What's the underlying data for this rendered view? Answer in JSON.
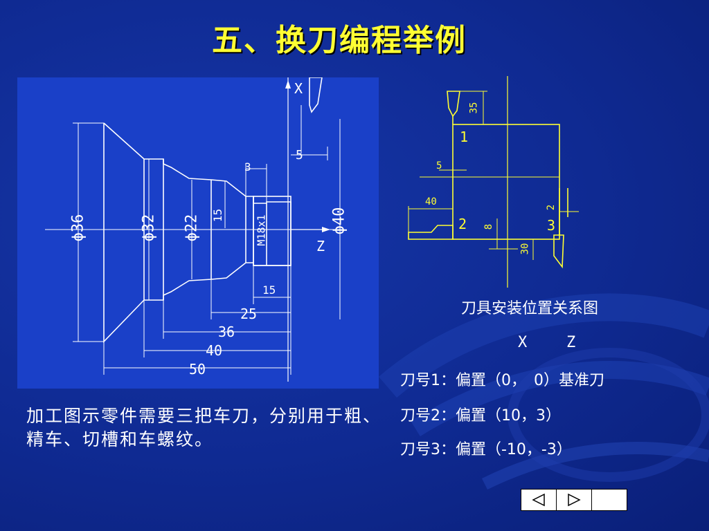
{
  "slide": {
    "title": "五、换刀编程举例",
    "description": "加工图示零件需要三把车刀，分别用于粗、精车、切槽和车螺纹。",
    "caption": "刀具安装位置关系图",
    "x_header": "X",
    "z_header": "Z",
    "tools": [
      "刀号1：偏置（0，　0）基准刀",
      "刀号2：偏置（10，3）",
      "刀号3：偏置（-10，-3）"
    ]
  },
  "part_drawing": {
    "diameters": [
      "ϕ36",
      "ϕ32",
      "ϕ22",
      "ϕ40"
    ],
    "thread": "M18x1",
    "axis_x": "X",
    "axis_z": "Z",
    "lengths": [
      "3",
      "5",
      "15",
      "15",
      "25",
      "36",
      "40",
      "50"
    ]
  },
  "tool_diagram": {
    "dims": [
      "35",
      "5",
      "40",
      "8",
      "2",
      "30"
    ],
    "tool_numbers": [
      "1",
      "2",
      "3"
    ]
  },
  "colors": {
    "title": "#ffff33",
    "line_white": "#ffffff",
    "line_yellow": "#ffff33",
    "background": "#0f2a92"
  },
  "nav": {
    "prev_icon": "triangle-left-icon",
    "next_icon": "triangle-right-icon"
  }
}
